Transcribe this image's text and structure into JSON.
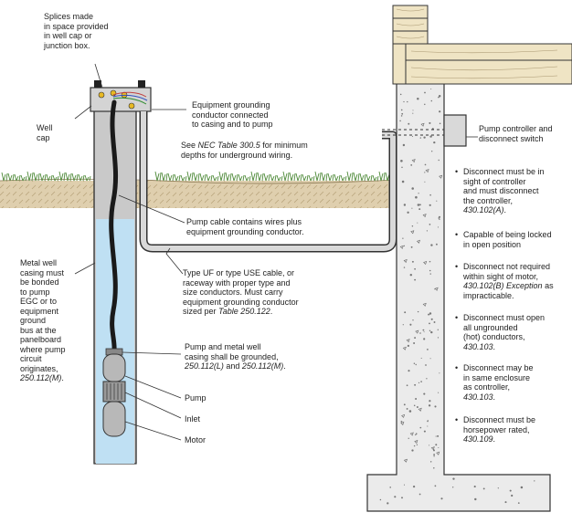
{
  "labels": {
    "splices": "Splices made\nin space provided\nin well cap or\njunction box.",
    "well_cap": "Well\ncap",
    "egc_connected": "Equipment grounding\nconductor connected\nto casing and to pump",
    "see_nec_pre": "See ",
    "see_nec_ref": "NEC Table 300.5",
    "see_nec_post": " for minimum\ndepths for underground wiring.",
    "pump_cable": "Pump cable contains wires plus\nequipment grounding conductor.",
    "cable_type_main": "Type UF or type USE cable, or\nraceway with proper type and\nsize conductors. Must carry\nequipment grounding conductor\nsized per ",
    "cable_type_ref": "Table 250.122",
    "cable_type_end": ".",
    "metal_casing_main": "Metal well\ncasing must\nbe bonded\nto pump\nEGC or to\nequipment\nground\nbus at the\npanelboard\nwhere pump\ncircuit\noriginates,\n",
    "metal_casing_ref": "250.112(M)",
    "metal_casing_end": ".",
    "pump_grounded_main": "Pump and metal well\ncasing shall be grounded,\n",
    "pump_grounded_ref1": "250.112(L)",
    "pump_grounded_and": " and ",
    "pump_grounded_ref2": "250.112(M)",
    "pump_grounded_end": ".",
    "pump": "Pump",
    "inlet": "Inlet",
    "motor": "Motor",
    "controller": "Pump controller and\ndisconnect switch"
  },
  "bullets": [
    {
      "text": "Disconnect must be in\nsight of controller\nand must disconnect\nthe controller,\n",
      "ref": "430.102(A)",
      "end": "."
    },
    {
      "text": "Capable of being locked\nin open position",
      "ref": "",
      "end": ""
    },
    {
      "text": "Disconnect not required\nwithin sight of motor,\n",
      "ref": "430.102(B) Exception",
      "end": " as\nimpracticable."
    },
    {
      "text": "Disconnect must open\nall ungrounded\n(hot) conductors,\n",
      "ref": "430.103",
      "end": "."
    },
    {
      "text": "Disconnect may be\nin same enclosure\nas controller,\n",
      "ref": "430.103",
      "end": "."
    },
    {
      "text": "Disconnect must be\nhorsepower rated,\n",
      "ref": "430.109",
      "end": "."
    }
  ],
  "colors": {
    "casing": "#c9c9c9",
    "water": "#bfe0f3",
    "soil": "#dfcfae",
    "grass": "#4f8a3a",
    "concrete": "#ebebeb",
    "wood": "#efe4c4",
    "cable": "#1a1a1a",
    "conduit": "#d9d9d9",
    "outline": "#333333"
  }
}
